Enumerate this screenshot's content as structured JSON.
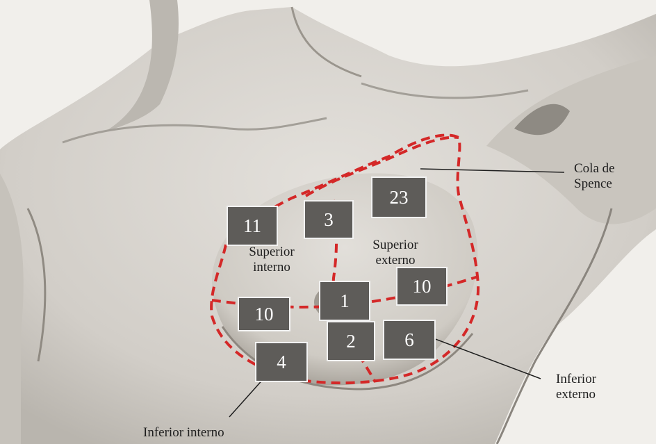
{
  "quadrant_labels": {
    "superior_interno": "Superior\ninterno",
    "superior_externo": "Superior\nexterno"
  },
  "callouts": {
    "cola_de_spence": "Cola de\nSpence",
    "inferior_externo": "Inferior\nexterno",
    "inferior_interno": "Inferior interno"
  },
  "counts": {
    "superior_interno": "11",
    "central_upper": "3",
    "superior_externo": "23",
    "lateral": "10",
    "nipple": "1",
    "medial": "10",
    "central_lower": "2",
    "inferior_externo": "6",
    "inferior_interno": "4"
  },
  "colors": {
    "quadrant_line": "#d42828",
    "count_box_fill": "#5e5c59",
    "count_box_border": "#f2f2f2",
    "text": "#1e1e1e"
  }
}
